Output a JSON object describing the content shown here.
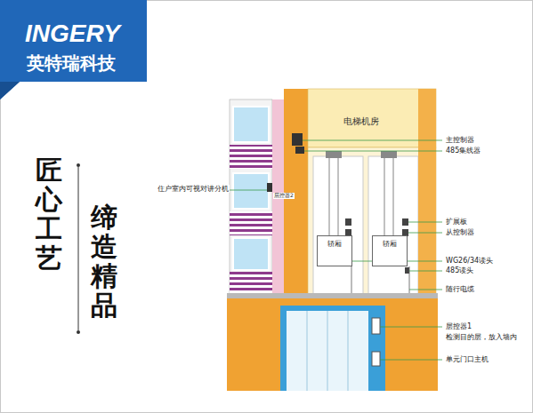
{
  "diagram": {
    "nodes": [
      {
        "text": [
          "电梯机房"
        ]
      },
      {
        "text": [
          "轿厢"
        ]
      },
      {
        "text": [
          "轿厢"
        ]
      }
    ],
    "labels": [
      "INGERY",
      "英特瑞科技",
      "匠心工艺",
      "缔造精品",
      "住户室内可视对讲分机",
      "层控器2",
      "主控制器",
      "485集线器",
      "扩展板",
      "从控制器",
      "WG26/34读头",
      "485读头",
      "随行电缆",
      "层控器1",
      "检测目的层，放入墙内",
      "单元门口主机"
    ]
  }
}
